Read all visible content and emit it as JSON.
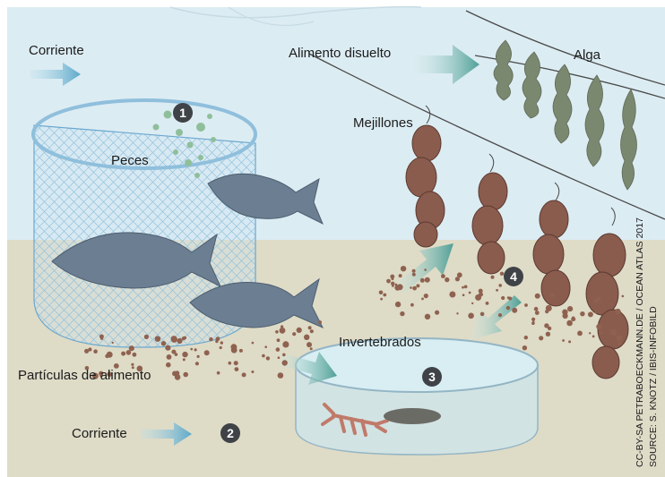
{
  "labels": {
    "current_top": "Corriente",
    "dissolved_food": "Alimento disuelto",
    "algae": "Alga",
    "mussels": "Mejillones",
    "fish": "Peces",
    "food_particles": "Partículas de alimento",
    "invertebrates": "Invertebrados",
    "current_bottom": "Corriente"
  },
  "markers": [
    "1",
    "2",
    "3",
    "4"
  ],
  "credits": {
    "line1": "CC-BY-SA PETRABOECKMANN.DE / OCEAN ATLAS 2017",
    "line2": "SOURCE: S. KNOTZ / IBIS-INFOBILD"
  },
  "colors": {
    "water": "#dcecf3",
    "seabed": "#dedbc7",
    "net": "#6aa8cf",
    "fish": "#6c7e91",
    "mussel": "#8a5c4e",
    "algae": "#7b8870",
    "arrow": "#4f9f97",
    "particles": "#8f6250",
    "marker": "#3f4347"
  }
}
